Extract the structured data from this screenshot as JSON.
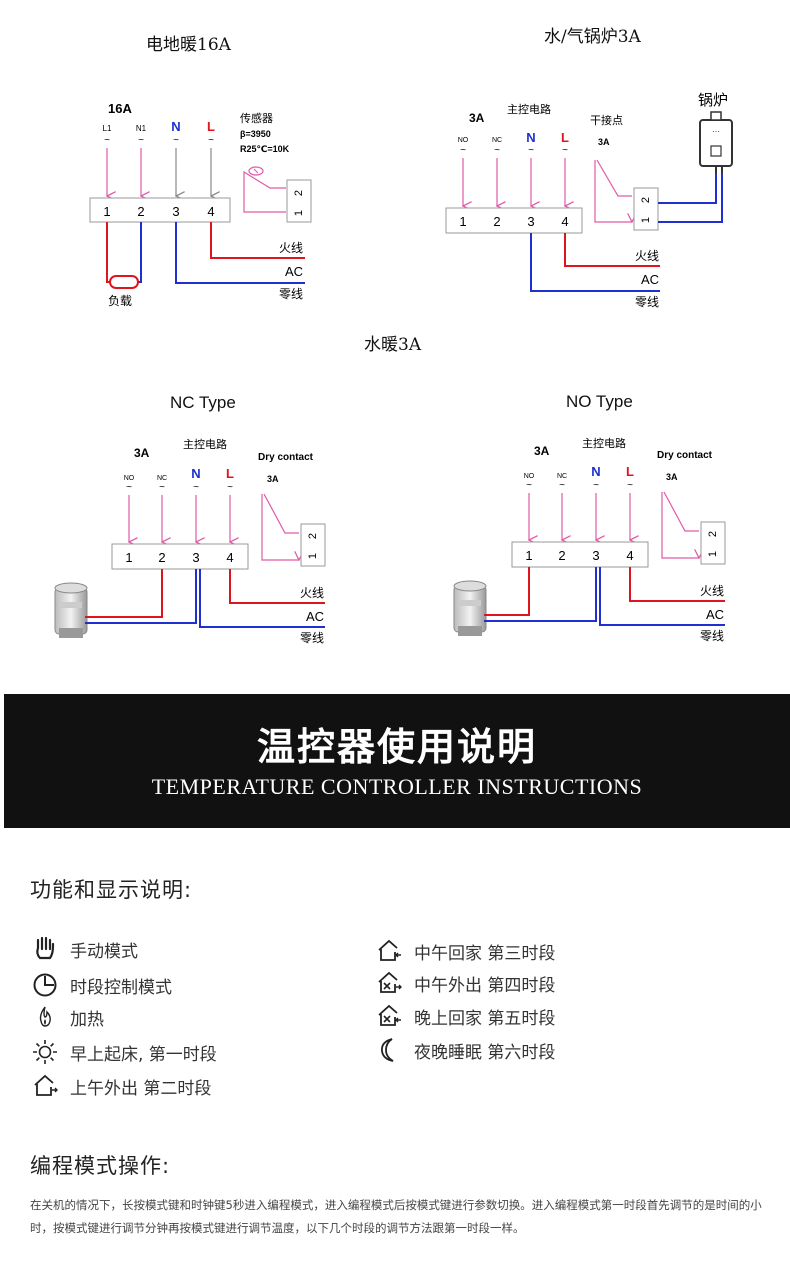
{
  "diagrams": {
    "floor_heating": {
      "title": "电地暖16A",
      "rating": "16A",
      "terminals": [
        "L1",
        "N1",
        "N",
        "L"
      ],
      "tilde": "~",
      "block_numbers": [
        "1",
        "2",
        "3",
        "4"
      ],
      "sensor_label_1": "传感器",
      "sensor_label_2": "β=3950",
      "sensor_label_3": "R25℃=10K",
      "sensor_pins": [
        "2",
        "1"
      ],
      "live": "火线",
      "ac": "AC",
      "neutral": "零线",
      "load": "负载"
    },
    "boiler": {
      "title": "水/气锅炉3A",
      "rating": "3A",
      "main_circuit": "主控电路",
      "dry_contact": "干接点",
      "dry_rating": "3A",
      "terminals": [
        "NO",
        "NC",
        "N",
        "L"
      ],
      "tilde": "~",
      "block_numbers": [
        "1",
        "2",
        "3",
        "4"
      ],
      "contact_pins": [
        "2",
        "1"
      ],
      "boiler_label": "锅炉",
      "live": "火线",
      "ac": "AC",
      "neutral": "零线"
    },
    "water_heating_title": "水暖3A",
    "nc_type": {
      "title": "NC Type",
      "rating": "3A",
      "main_circuit": "主控电路",
      "dry_contact": "Dry contact",
      "dry_rating": "3A",
      "terminals": [
        "NO",
        "NC",
        "N",
        "L"
      ],
      "tilde": "~",
      "block_numbers": [
        "1",
        "2",
        "3",
        "4"
      ],
      "contact_pins": [
        "2",
        "1"
      ],
      "live": "火线",
      "ac": "AC",
      "neutral": "零线"
    },
    "no_type": {
      "title": "NO Type",
      "rating": "3A",
      "main_circuit": "主控电路",
      "dry_contact": "Dry contact",
      "dry_rating": "3A",
      "terminals": [
        "NO",
        "NC",
        "N",
        "L"
      ],
      "tilde": "~",
      "block_numbers": [
        "1",
        "2",
        "3",
        "4"
      ],
      "contact_pins": [
        "2",
        "1"
      ],
      "live": "火线",
      "ac": "AC",
      "neutral": "零线"
    }
  },
  "banner": {
    "title": "温控器使用说明",
    "subtitle": "TEMPERATURE CONTROLLER INSTRUCTIONS"
  },
  "functions": {
    "heading": "功能和显示说明:",
    "items": [
      {
        "icon": "hand-icon",
        "label": "手动模式"
      },
      {
        "icon": "clock-icon",
        "label": "时段控制模式"
      },
      {
        "icon": "flame-icon",
        "label": "加热"
      },
      {
        "icon": "sun-icon",
        "label": "早上起床,  第一时段"
      },
      {
        "icon": "house-leave-icon",
        "label": "上午外出 第二时段"
      },
      {
        "icon": "house-return-icon",
        "label": "中午回家 第三时段"
      },
      {
        "icon": "house-out-icon",
        "label": "中午外出 第四时段"
      },
      {
        "icon": "house-evening-icon",
        "label": "晚上回家 第五时段"
      },
      {
        "icon": "moon-icon",
        "label": "夜晚睡眠 第六时段"
      }
    ]
  },
  "programming": {
    "heading": "编程模式操作:",
    "text": "在关机的情况下，长按模式键和时钟键5秒进入编程模式，进入编程模式后按模式键进行参数切换。进入编程模式第一时段首先调节的是时间的小时，按模式键进行调节分钟再按模式键进行调节温度，以下几个时段的调节方法跟第一时段一样。"
  },
  "colors": {
    "live": "#e0141e",
    "neutral": "#1f2fd0",
    "signal": "#e05aa8",
    "banner_bg": "#111111"
  }
}
